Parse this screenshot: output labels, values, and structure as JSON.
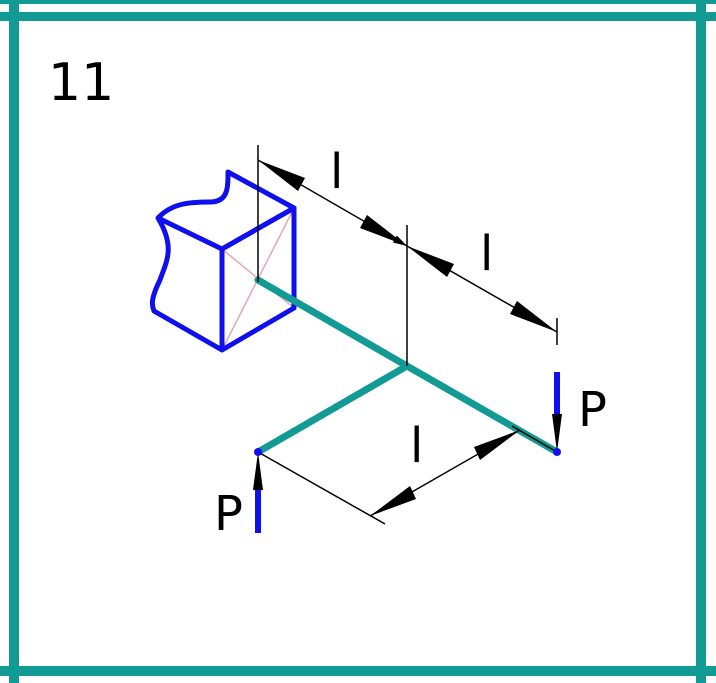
{
  "problem": {
    "number": "11"
  },
  "dimensions": {
    "upper_left_length": "l",
    "upper_right_length": "l",
    "lower_length": "l"
  },
  "loads": {
    "right_force": "P",
    "left_force": "P"
  },
  "colors": {
    "frame": "#129a94",
    "beam": "#129a94",
    "support": "#1010ee",
    "force": "#1010ee",
    "hatch": "#e0a8b8",
    "dimension": "#000000"
  }
}
